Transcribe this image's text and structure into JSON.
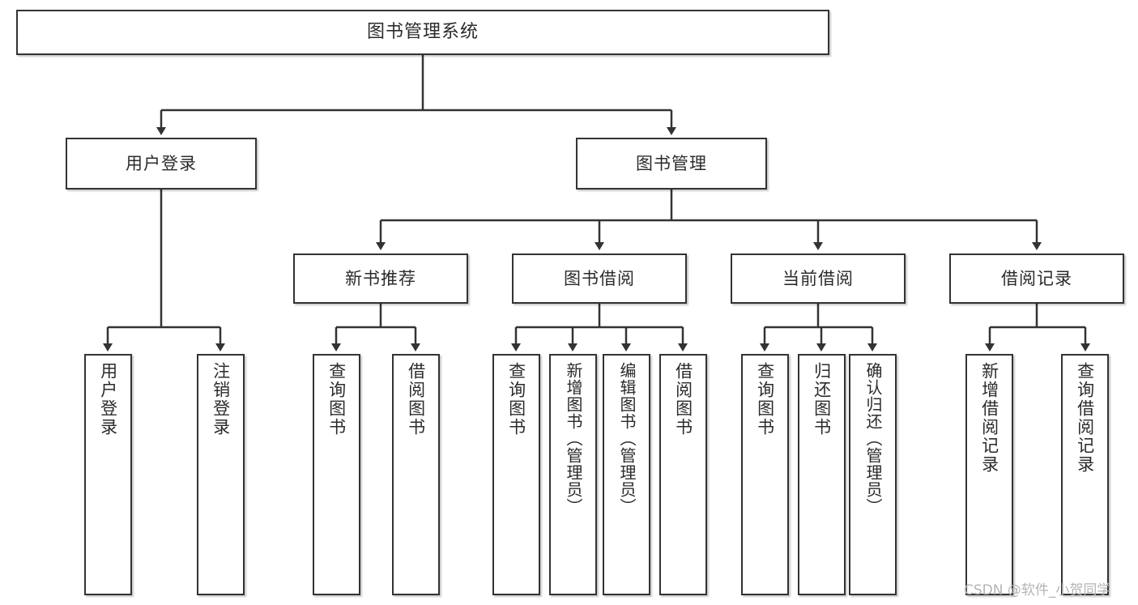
{
  "diagram": {
    "type": "tree",
    "title": "图书管理系统",
    "orientation": "top-down",
    "colors": {
      "box_border": "#333333",
      "box_fill": "#ffffff",
      "connector": "#333333",
      "text": "#2b2b2b",
      "watermark": "#b4b4b4",
      "background": "#ffffff"
    },
    "root": {
      "label": "图书管理系统"
    },
    "level2": [
      {
        "label": "用户登录"
      },
      {
        "label": "图书管理"
      }
    ],
    "level3": [
      {
        "label": "新书推荐"
      },
      {
        "label": "图书借阅"
      },
      {
        "label": "当前借阅"
      },
      {
        "label": "借阅记录"
      }
    ],
    "leaves": {
      "user_login": [
        {
          "label": "用户登录"
        },
        {
          "label": "注销登录"
        }
      ],
      "new_book_recommend": [
        {
          "label": "查询图书"
        },
        {
          "label": "借阅图书"
        }
      ],
      "book_borrow": [
        {
          "label": "查询图书"
        },
        {
          "label": "新增图书（管理员）"
        },
        {
          "label": "编辑图书（管理员）"
        },
        {
          "label": "借阅图书"
        }
      ],
      "current_borrow": [
        {
          "label": "查询图书"
        },
        {
          "label": "归还图书"
        },
        {
          "label": "确认归还（管理员）"
        }
      ],
      "borrow_record": [
        {
          "label": "新增借阅记录"
        },
        {
          "label": "查询借阅记录"
        }
      ]
    }
  },
  "watermark": {
    "text": "CSDN @软件_小贺同学"
  }
}
